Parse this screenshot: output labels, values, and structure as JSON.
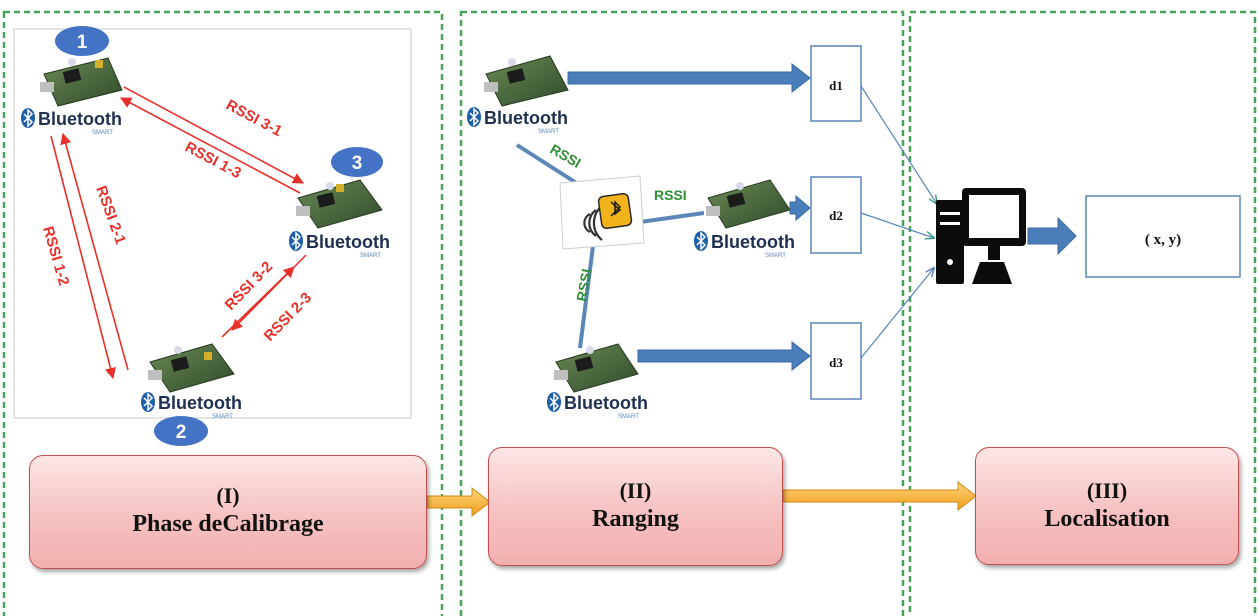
{
  "nodes": {
    "n1": {
      "num": "1",
      "brand": "Bluetooth",
      "smart": "SMART"
    },
    "n2": {
      "num": "2",
      "brand": "Bluetooth",
      "smart": "SMART"
    },
    "n3": {
      "num": "3",
      "brand": "Bluetooth",
      "smart": "SMART"
    }
  },
  "calibration_links": {
    "l31": "RSSI  3-1",
    "l13": "RSSI 1-3",
    "l21": "RSSI  2-1",
    "l12": "RSSI  1-2",
    "l32": "RSSI  3-2",
    "l23": "RSSI 2-3"
  },
  "ranging": {
    "brand": "Bluetooth",
    "smart": "SMART",
    "rssi_1": "RSSI",
    "rssi_2": "RSSI",
    "rssi_3": "RSSI",
    "d1": "d1",
    "d2": "d2",
    "d3": "d3"
  },
  "result": {
    "xy": "( x, y)"
  },
  "phases": {
    "p1_num": "(I)",
    "p1_title": "Phase deCalibrage",
    "p2_num": "(II)",
    "p2_title": "Ranging",
    "p3_num": "(III)",
    "p3_title": "Localisation"
  },
  "colors": {
    "red": "#e8302a",
    "green": "#2f8f34",
    "blue_arrow": "#4a7ebb",
    "dash": "#4aa35a"
  }
}
